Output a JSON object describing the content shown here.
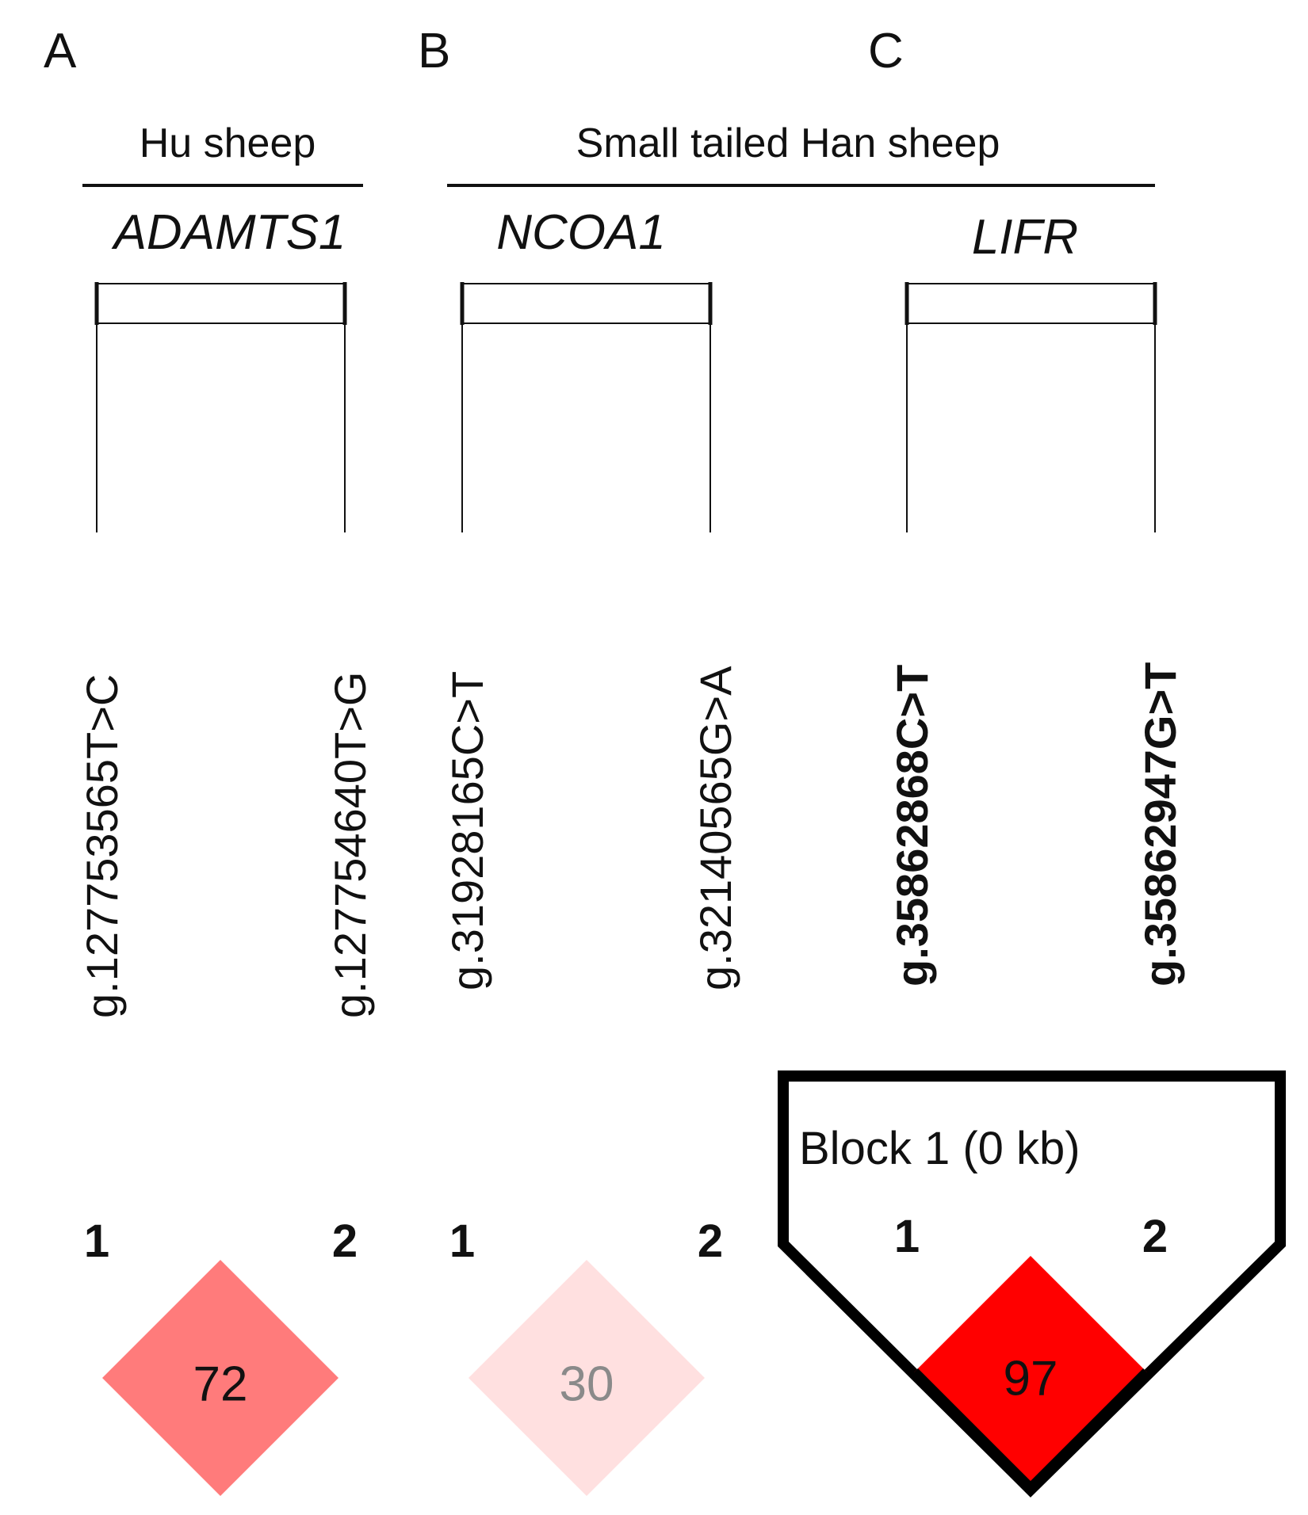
{
  "panels": {
    "a": {
      "letter": "A",
      "gene": "ADAMTS1",
      "snp1": "g.127753565T>C",
      "snp2": "g.127754640T>G",
      "index1": "1",
      "index2": "2",
      "ld_value": "72",
      "ld_color": "#FF7B7B",
      "ld_text_color": "#111111"
    },
    "b": {
      "letter": "B",
      "gene": "NCOA1",
      "snp1": "g.31928165C>T",
      "snp2": "g.32140565G>A",
      "index1": "1",
      "index2": "2",
      "ld_value": "30",
      "ld_color": "#FFE0E0",
      "ld_text_color": "#8A8A8A"
    },
    "c": {
      "letter": "C",
      "gene": "LIFR",
      "snp1": "g.35862868C>T",
      "snp2": "g.35862947G>T",
      "index1": "1",
      "index2": "2",
      "ld_value": "97",
      "ld_color": "#FF0000",
      "ld_text_color": "#111111",
      "block_label": "Block 1 (0 kb)"
    }
  },
  "groups": {
    "hu": "Hu sheep",
    "han": "Small tailed Han sheep"
  }
}
